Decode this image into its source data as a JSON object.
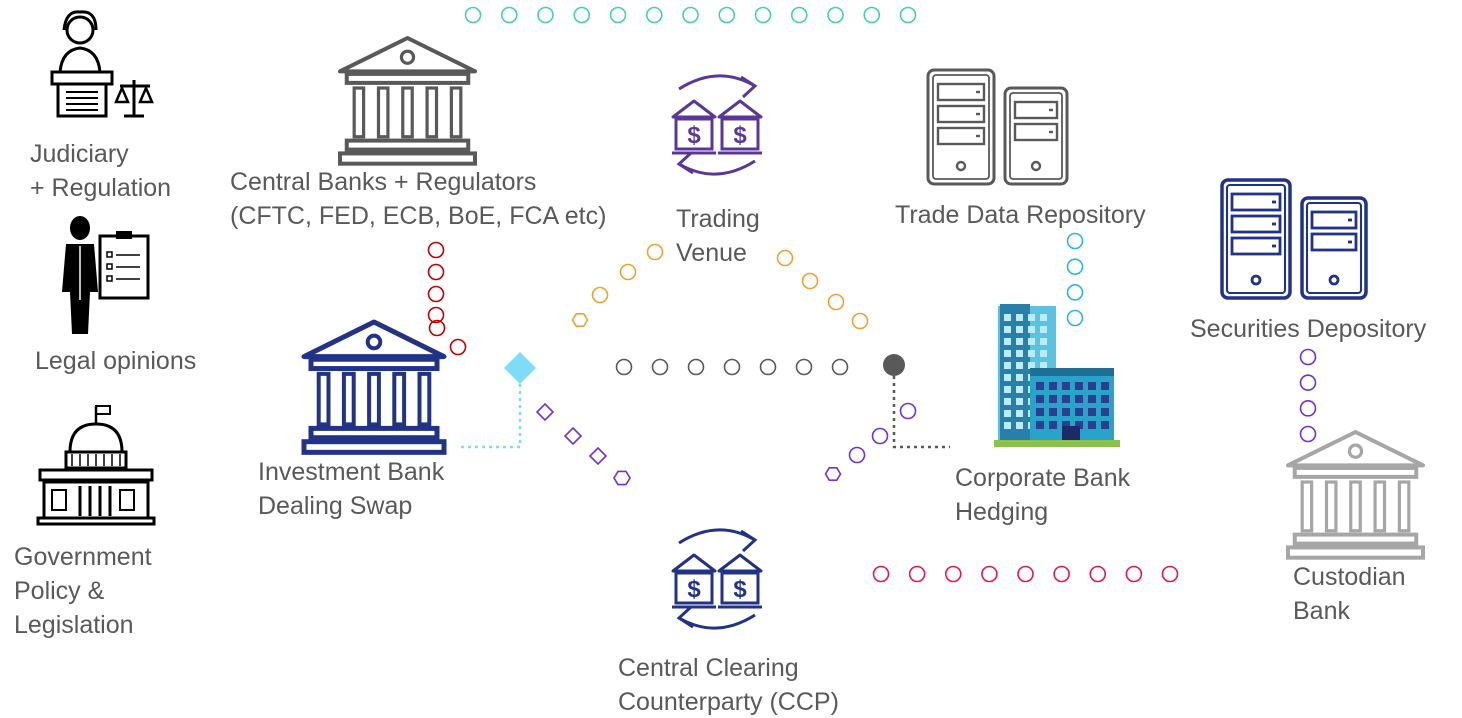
{
  "labels": {
    "judiciary": [
      "Judiciary",
      "+ Regulation"
    ],
    "legal": [
      "Legal opinions"
    ],
    "government": [
      "Government",
      "Policy &",
      "Legislation"
    ],
    "central_banks": [
      "Central Banks + Regulators",
      "(CFTC, FED, ECB, BoE, FCA etc)"
    ],
    "trading_venue": [
      "Trading",
      "Venue"
    ],
    "trade_repo": [
      "Trade Data Repository"
    ],
    "securities_depository": [
      "Securities Depository"
    ],
    "investment_bank": [
      "Investment Bank",
      "Dealing Swap"
    ],
    "corporate_bank": [
      "Corporate Bank",
      "Hedging"
    ],
    "custodian_bank": [
      "Custodian",
      "Bank"
    ],
    "ccp": [
      "Central Clearing",
      "Counterparty (CCP)"
    ]
  },
  "icons": {
    "judge": "judge-icon",
    "lawyer": "lawyer-clipboard-icon",
    "capitol": "capitol-building-icon",
    "central_bank": "bank-building-icon",
    "trading": "currency-exchange-icon",
    "trade_repo": "server-icon",
    "sec_depository": "server-icon",
    "investment_bank": "bank-building-icon",
    "corporate": "office-tower-icon",
    "custodian": "bank-building-icon",
    "ccp": "currency-exchange-icon"
  },
  "colors": {
    "text": "#595959",
    "icon_dark": "#000000",
    "icon_gray": "#595959",
    "custodian_gray": "#a6a6a6",
    "navy": "#203387",
    "purple": "#5b3699",
    "teal_dots": "#3fd1b1",
    "red_dots": "#c00000",
    "orange_dots": "#f0a030",
    "cyan_dots": "#29b6e6",
    "gray_dots": "#595959",
    "violet_dots": "#7030e0",
    "pink_dots": "#e8164e",
    "diamond": "#7fdcf8",
    "building_blue": "#29a3c9",
    "grass": "#8bc34a"
  }
}
